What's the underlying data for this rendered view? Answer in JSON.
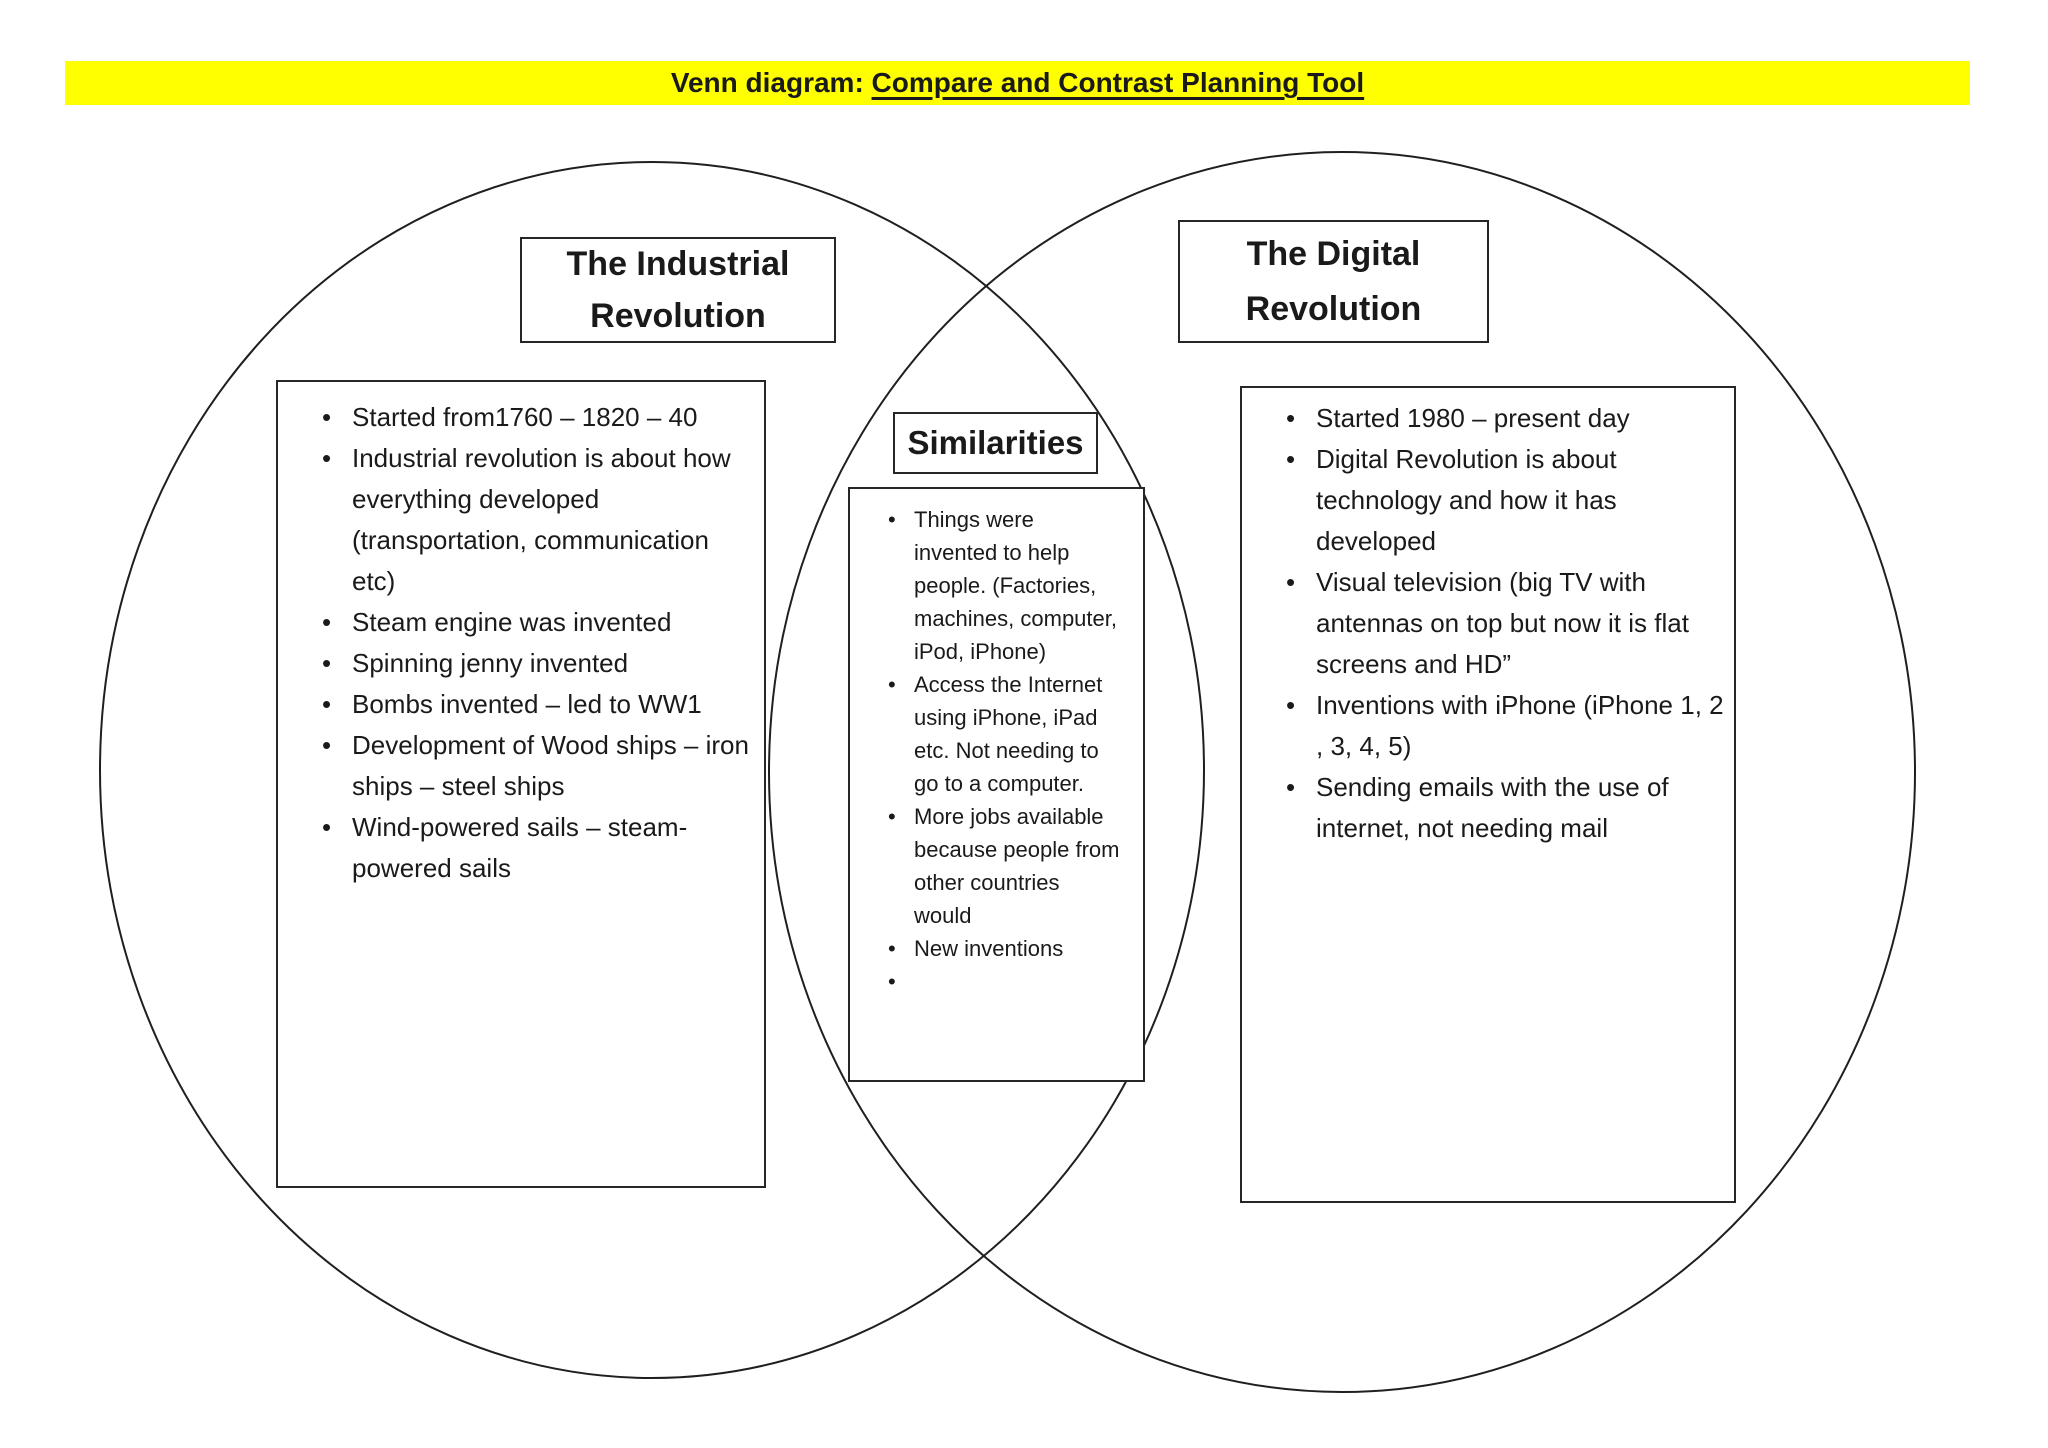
{
  "header": {
    "prefix": "Venn diagram: ",
    "underlined_title": "Compare and Contrast Planning Tool",
    "highlight_color": "#ffff00"
  },
  "venn": {
    "bullet_char": "•",
    "left": {
      "title": "The Industrial\nRevolution",
      "items": [
        "Started from1760 – 1820 – 40",
        "Industrial revolution is about how\neverything developed\n(transportation, communication\netc)",
        "Steam engine was invented",
        "Spinning jenny invented",
        "Bombs invented – led to WW1",
        "Development of Wood ships – iron\nships – steel ships",
        "Wind-powered sails – steam-\npowered sails"
      ]
    },
    "middle": {
      "title": "Similarities",
      "items": [
        "Things were\ninvented to help\npeople. (Factories,\nmachines, computer,\niPod, iPhone)",
        "Access the Internet\nusing iPhone, iPad\netc. Not needing to\ngo to a computer.",
        "More jobs available\nbecause people from\nother countries\nwould",
        "New inventions",
        ""
      ]
    },
    "right": {
      "title": "The Digital\nRevolution",
      "items": [
        "Started 1980 – present day",
        "Digital Revolution is about\ntechnology and how it has\ndeveloped",
        "Visual television (big TV with\nantennas on top but now it is flat\nscreens and HD”",
        "Inventions with iPhone (iPhone 1, 2\n, 3, 4, 5)",
        "Sending emails with the use of\ninternet, not needing mail"
      ]
    }
  },
  "colors": {
    "ink": "#1a1a1a",
    "circle_stroke": "#1f1f1f",
    "box_border": "#262626",
    "highlight": "#ffff00"
  }
}
